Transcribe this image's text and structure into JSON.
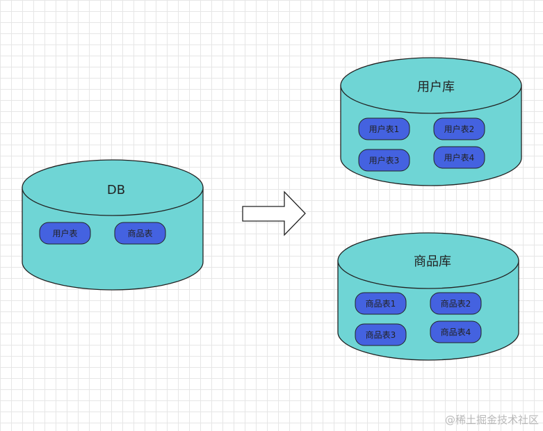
{
  "colors": {
    "cylinder_fill": "#6fd5d5",
    "cylinder_stroke": "#222222",
    "table_fill": "#4462e0",
    "table_stroke": "#222222",
    "arrow_fill": "#ffffff"
  },
  "source_db": {
    "title": "DB",
    "tables": [
      "用户表",
      "商品表"
    ]
  },
  "user_db": {
    "title": "用户库",
    "tables": [
      "用户表1",
      "用户表2",
      "用户表3",
      "用户表4"
    ]
  },
  "product_db": {
    "title": "商品库",
    "tables": [
      "商品表1",
      "商品表2",
      "商品表3",
      "商品表4"
    ]
  },
  "watermark": "@稀土掘金技术社区"
}
